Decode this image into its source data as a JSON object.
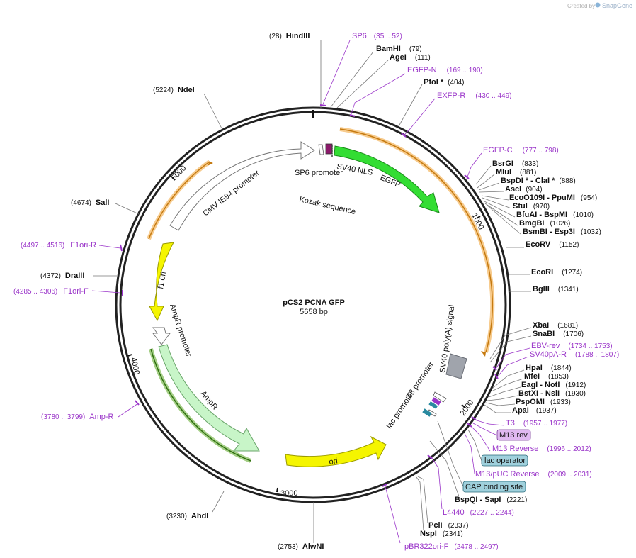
{
  "credit": {
    "text": "Created by",
    "brand": "SnapGene"
  },
  "plasmid": {
    "name": "pCS2 PCNA GFP",
    "size": "5658 bp",
    "length": 5658
  },
  "ticks": [
    {
      "bp": 1000,
      "label": "1000"
    },
    {
      "bp": 2000,
      "label": "2000"
    },
    {
      "bp": 3000,
      "label": "3000"
    },
    {
      "bp": 4000,
      "label": "4000"
    },
    {
      "bp": 5000,
      "label": "5000"
    }
  ],
  "features": {
    "cmv": "CMV IE94 promoter",
    "sp6_promoter": "SP6 promoter",
    "sv40_nls": "SV40 NLS",
    "egfp": "EGFP",
    "kozak": "Kozak sequence",
    "f1_ori": "f1 ori",
    "ampr_promoter": "AmpR promoter",
    "ampr": "AmpR",
    "ori": "ori",
    "sv40_polya": "SV40 poly(A) signal",
    "t3_promoter": "T3 promoter",
    "lac_promoter": "lac promoter"
  },
  "labels": [
    {
      "name": "HindIII",
      "pos": "(28)",
      "kind": "site"
    },
    {
      "name": "SP6",
      "pos": "(35 .. 52)",
      "kind": "primer"
    },
    {
      "name": "BamHI",
      "pos": "(79)",
      "kind": "site"
    },
    {
      "name": "AgeI",
      "pos": "(111)",
      "kind": "site"
    },
    {
      "name": "EGFP-N",
      "pos": "(169 .. 190)",
      "kind": "primer"
    },
    {
      "name": "PfoI *",
      "pos": "(404)",
      "kind": "site"
    },
    {
      "name": "EXFP-R",
      "pos": "(430 .. 449)",
      "kind": "primer"
    },
    {
      "name": "EGFP-C",
      "pos": "(777 .. 798)",
      "kind": "primer"
    },
    {
      "name": "BsrGI",
      "pos": "(833)",
      "kind": "site"
    },
    {
      "name": "MluI",
      "pos": "(881)",
      "kind": "site"
    },
    {
      "name": "BspDI * - ClaI *",
      "pos": "(888)",
      "kind": "site"
    },
    {
      "name": "AscI",
      "pos": "(904)",
      "kind": "site"
    },
    {
      "name": "EcoO109I - PpuMI",
      "pos": "(954)",
      "kind": "site"
    },
    {
      "name": "StuI",
      "pos": "(970)",
      "kind": "site"
    },
    {
      "name": "BfuAI - BspMI",
      "pos": "(1010)",
      "kind": "site"
    },
    {
      "name": "BmgBI",
      "pos": "(1026)",
      "kind": "site"
    },
    {
      "name": "BsmBI - Esp3I",
      "pos": "(1032)",
      "kind": "site"
    },
    {
      "name": "EcoRV",
      "pos": "(1152)",
      "kind": "site"
    },
    {
      "name": "EcoRI",
      "pos": "(1274)",
      "kind": "site"
    },
    {
      "name": "BglII",
      "pos": "(1341)",
      "kind": "site"
    },
    {
      "name": "XbaI",
      "pos": "(1681)",
      "kind": "site"
    },
    {
      "name": "SnaBI",
      "pos": "(1706)",
      "kind": "site"
    },
    {
      "name": "EBV-rev",
      "pos": "(1734 .. 1753)",
      "kind": "primer"
    },
    {
      "name": "SV40pA-R",
      "pos": "(1788 .. 1807)",
      "kind": "primer"
    },
    {
      "name": "HpaI",
      "pos": "(1844)",
      "kind": "site"
    },
    {
      "name": "MfeI",
      "pos": "(1853)",
      "kind": "site"
    },
    {
      "name": "EagI - NotI",
      "pos": "(1912)",
      "kind": "site"
    },
    {
      "name": "BstXI - NsiI",
      "pos": "(1930)",
      "kind": "site"
    },
    {
      "name": "PspOMI",
      "pos": "(1933)",
      "kind": "site"
    },
    {
      "name": "ApaI",
      "pos": "(1937)",
      "kind": "site"
    },
    {
      "name": "T3",
      "pos": "(1957 .. 1977)",
      "kind": "primer"
    },
    {
      "name": "M13 rev",
      "pos": "",
      "kind": "boxed-purple"
    },
    {
      "name": "M13 Reverse",
      "pos": "(1996 .. 2012)",
      "kind": "primer"
    },
    {
      "name": "lac operator",
      "pos": "",
      "kind": "boxed-teal"
    },
    {
      "name": "M13/pUC Reverse",
      "pos": "(2009 .. 2031)",
      "kind": "primer"
    },
    {
      "name": "CAP binding site",
      "pos": "",
      "kind": "boxed-teal"
    },
    {
      "name": "BspQI - SapI",
      "pos": "(2221)",
      "kind": "site"
    },
    {
      "name": "L4440",
      "pos": "(2227 .. 2244)",
      "kind": "primer"
    },
    {
      "name": "PciI",
      "pos": "(2337)",
      "kind": "site"
    },
    {
      "name": "NspI",
      "pos": "(2341)",
      "kind": "site"
    },
    {
      "name": "pBR322ori-F",
      "pos": "(2478 .. 2497)",
      "kind": "primer"
    },
    {
      "name": "AlwNI",
      "pos": "(2753)",
      "kind": "site"
    },
    {
      "name": "AhdI",
      "pos": "(3230)",
      "kind": "site"
    },
    {
      "name": "Amp-R",
      "pos": "(3780 .. 3799)",
      "kind": "primer"
    },
    {
      "name": "F1ori-F",
      "pos": "(4285 .. 4306)",
      "kind": "primer"
    },
    {
      "name": "DraIII",
      "pos": "(4372)",
      "kind": "site"
    },
    {
      "name": "F1ori-R",
      "pos": "(4497 .. 4516)",
      "kind": "primer"
    },
    {
      "name": "SalI",
      "pos": "(4674)",
      "kind": "site"
    },
    {
      "name": "NdeI",
      "pos": "(5224)",
      "kind": "site"
    }
  ],
  "colors": {
    "backbone": "#222222",
    "egfp": "#33dd33",
    "f1_ori": "#f5f500",
    "ori": "#f5f500",
    "ampr": "#c8f5c8",
    "primer": "#9a35c9",
    "orf_band": "#f0a030",
    "polya": "#a0a4ac",
    "box_purple": "#e0b8f0",
    "box_teal": "#9fd0dc"
  }
}
